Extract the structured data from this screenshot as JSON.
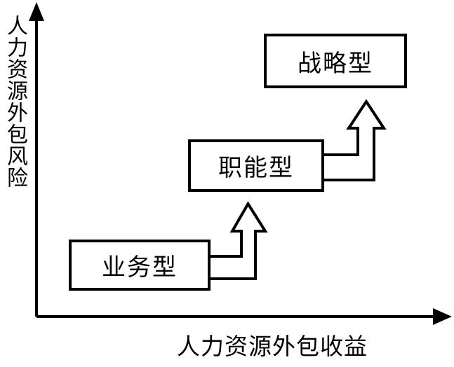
{
  "diagram": {
    "y_axis_label": "人力资源外包风险",
    "x_axis_label": "人力资源外包收益",
    "boxes": [
      {
        "id": "business",
        "label": "业务型"
      },
      {
        "id": "functional",
        "label": "职能型"
      },
      {
        "id": "strategic",
        "label": "战略型"
      }
    ],
    "arrows": [
      {
        "from": "业务型",
        "to": "职能型",
        "direction": "up"
      },
      {
        "from": "职能型",
        "to": "战略型",
        "direction": "up"
      }
    ],
    "colors": {
      "line": "#000000",
      "background": "#ffffff",
      "text": "#000000"
    }
  }
}
